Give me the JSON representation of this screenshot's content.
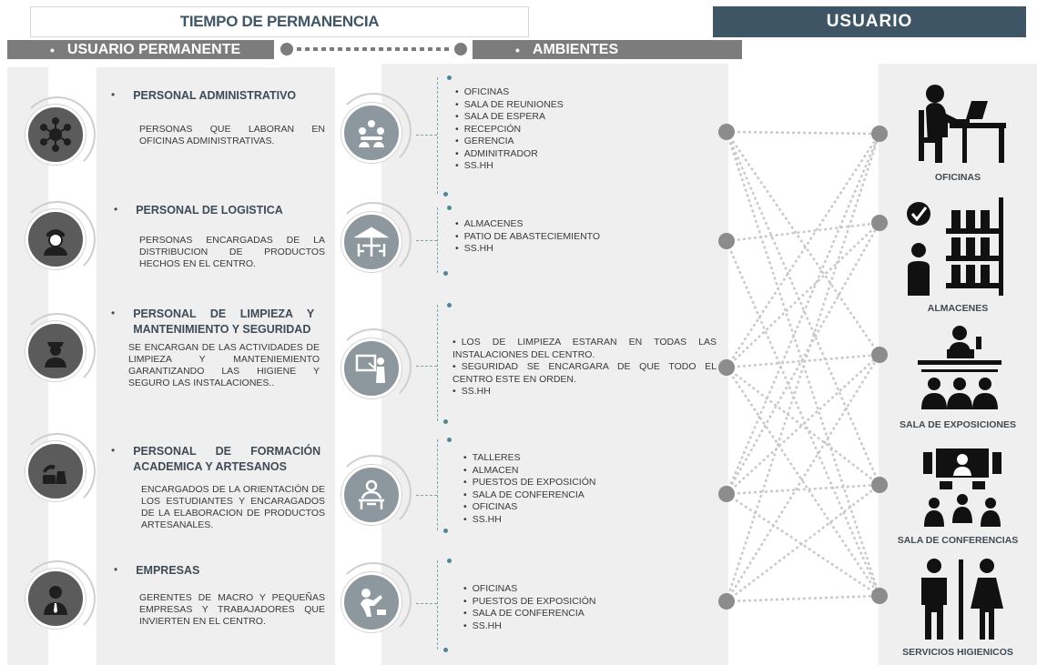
{
  "header": {
    "title": "TIEMPO DE PERMANENCIA",
    "user_title": "USUARIO",
    "left_bar": "USUARIO PERMANENTE",
    "right_bar": "AMBIENTES",
    "bullet": "•"
  },
  "categories": [
    {
      "title": "PERSONAL ADMINISTRATIVO",
      "desc": "PERSONAS QUE LABORAN EN OFICINAS ADMINISTRATIVAS.",
      "icon": "network-person-icon"
    },
    {
      "title": "PERSONAL DE LOGISTICA",
      "desc": "PERSONAS ENCARGADAS DE LA DISTRIBUCION DE PRODUCTOS HECHOS EN EL CENTRO.",
      "icon": "worker-icon"
    },
    {
      "title": "PERSONAL DE LIMPIEZA Y MANTENIMIENTO Y SEGURIDAD",
      "desc": "SE ENCARGAN DE LAS ACTIVIDADES DE LIMPIEZA Y MANTENIEMIENTO GARANTIZANDO LAS HIGIENE Y SEGURO LAS INSTALACIONES..",
      "icon": "security-guard-icon"
    },
    {
      "title": "PERSONAL DE FORMACIÓN ACADEMICA Y ARTESANOS",
      "desc": "ENCARGADOS DE LA ORIENTACIÓN DE LOS ESTUDIANTES Y ENCARAGADOS DE LA ELABORACION DE PRODUCTOS ARTESANALES.",
      "icon": "pottery-hands-icon"
    },
    {
      "title": "EMPRESAS",
      "desc": "GERENTES DE MACRO Y PEQUEÑAS EMPRESAS Y TRABAJADORES QUE INVIERTEN EN EL CENTRO.",
      "icon": "businessman-icon"
    }
  ],
  "ambientes": [
    {
      "icon": "meeting-group-icon",
      "items": [
        "OFICINAS",
        "SALA DE REUNIONES",
        "SALA DE ESPERA",
        "RECEPCIÓN",
        "GERENCIA",
        "ADMINITRADOR",
        "SS.HH"
      ]
    },
    {
      "icon": "patio-table-icon",
      "items": [
        "ALMACENES",
        "PATIO DE ABASTECIEMIENTO",
        "SS.HH"
      ]
    },
    {
      "icon": "presenter-board-icon",
      "items": [
        "LOS DE LIMPIEZA ESTARAN EN TODAS LAS INSTALACIONES DEL CENTRO.",
        "SEGURIDAD SE ENCARGARA DE QUE TODO EL CENTRO ESTE EN ORDEN.",
        "SS.HH"
      ]
    },
    {
      "icon": "teacher-desk-icon",
      "items": [
        "TALLERES",
        "ALMACEN",
        "PUESTOS DE EXPOSICIÓN",
        "SALA DE CONFERENCIA",
        "OFICINAS",
        "SS.HH"
      ]
    },
    {
      "icon": "artisan-icon",
      "items": [
        "OFICINAS",
        "PUESTOS DE EXPOSICIÓN",
        "SALA DE CONFERENCIA",
        "SS.HH"
      ]
    }
  ],
  "usuarios": [
    {
      "label": "OFICINAS",
      "icon": "office-desk-icon"
    },
    {
      "label": "ALMACENES",
      "icon": "warehouse-shelves-icon"
    },
    {
      "label": "SALA DE EXPOSICIONES",
      "icon": "exhibition-icon"
    },
    {
      "label": "SALA DE CONFERENCIAS",
      "icon": "conference-icon"
    },
    {
      "label": "SERVICIOS HIGIENICOS",
      "icon": "restroom-icon"
    }
  ],
  "colors": {
    "banner_dark": "#3d5564",
    "bar_gray": "#7c7c7c",
    "connector_dot": "#8c8c8c",
    "dashed_accent": "#4f8597"
  }
}
